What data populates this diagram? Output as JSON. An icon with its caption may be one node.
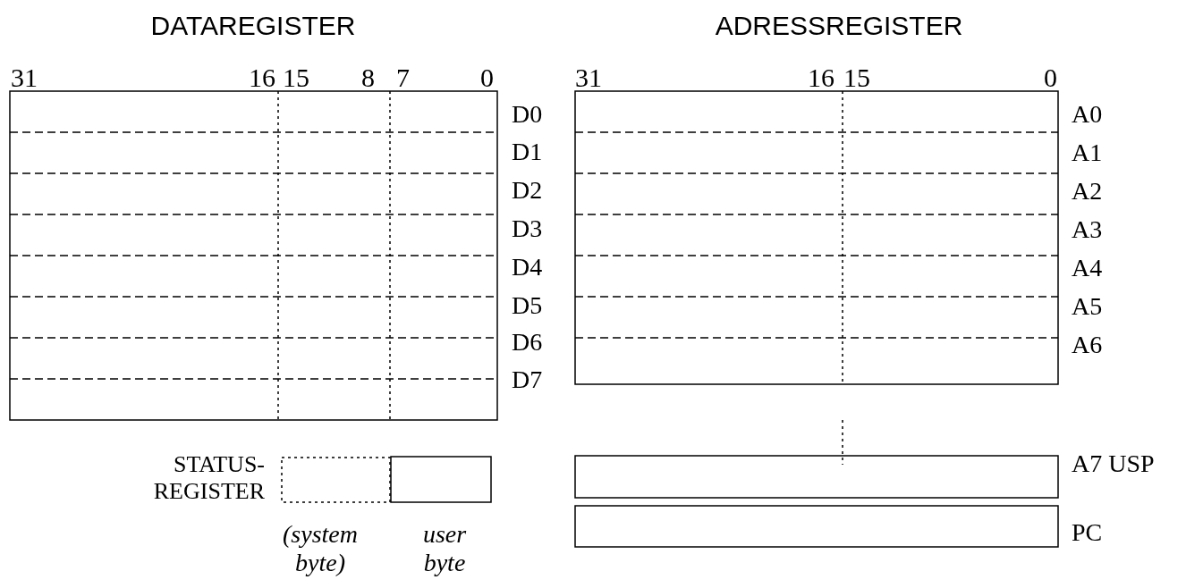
{
  "diagram": {
    "labels": [
      "DATAREGISTER",
      "ADRESSREGISTER",
      "31",
      "16",
      "15",
      "8",
      "7",
      "0",
      "31",
      "16",
      "15",
      "0",
      "D0",
      "A0",
      "D1",
      "A1",
      "D2",
      "A2",
      "D3",
      "A3",
      "D4",
      "A4",
      "D5",
      "A5",
      "D6",
      "A6",
      "D7",
      "STATUS- REGISTER",
      "A7 USP",
      "PC",
      "(system byte)",
      "user byte"
    ]
  }
}
